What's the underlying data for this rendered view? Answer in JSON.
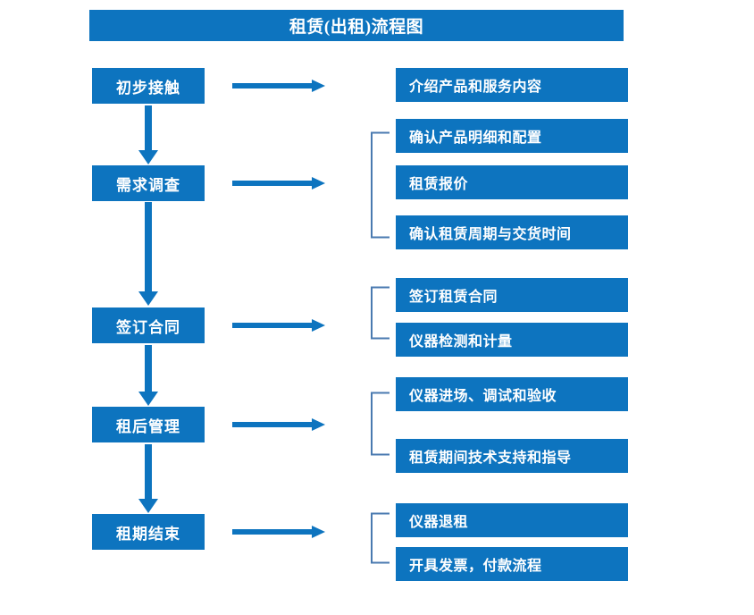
{
  "diagram": {
    "title": "租赁(出租)流程图",
    "colors": {
      "primary_blue": "#0d74bf",
      "bracket_blue": "#4a7ab0",
      "text_white": "#ffffff",
      "background": "#ffffff"
    },
    "stages": [
      {
        "id": "stage-1",
        "label": "初步接触"
      },
      {
        "id": "stage-2",
        "label": "需求调查"
      },
      {
        "id": "stage-3",
        "label": "签订合同"
      },
      {
        "id": "stage-4",
        "label": "租后管理"
      },
      {
        "id": "stage-5",
        "label": "租期结束"
      }
    ],
    "details": [
      {
        "id": "detail-1",
        "label": "介绍产品和服务内容"
      },
      {
        "id": "detail-2",
        "label": "确认产品明细和配置"
      },
      {
        "id": "detail-3",
        "label": "租赁报价"
      },
      {
        "id": "detail-4",
        "label": "确认租赁周期与交货时间"
      },
      {
        "id": "detail-5",
        "label": "签订租赁合同"
      },
      {
        "id": "detail-6",
        "label": "仪器检测和计量"
      },
      {
        "id": "detail-7",
        "label": "仪器进场、调试和验收"
      },
      {
        "id": "detail-8",
        "label": "租赁期间技术支持和指导"
      },
      {
        "id": "detail-9",
        "label": "仪器退租"
      },
      {
        "id": "detail-10",
        "label": "开具发票，付款流程"
      }
    ],
    "flow_connectors": {
      "down_arrow_count": 4,
      "right_arrow_count": 5,
      "bracket_count": 4
    }
  }
}
